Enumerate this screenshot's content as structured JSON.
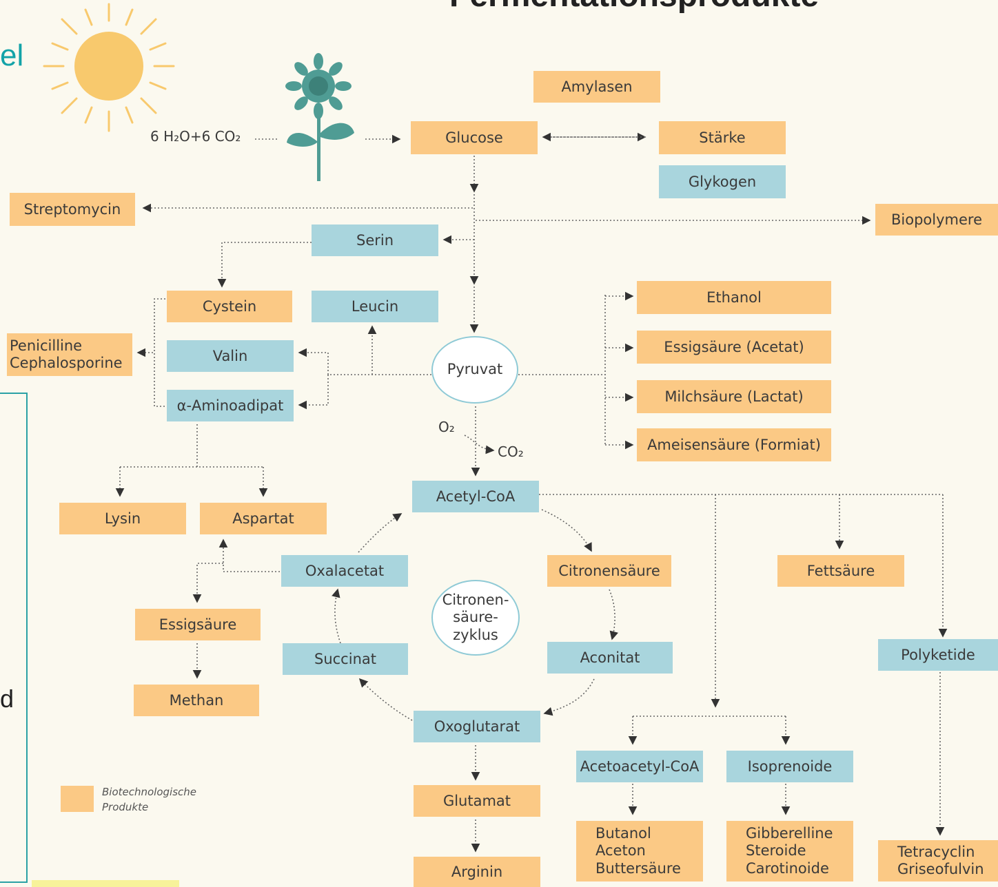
{
  "title": "Fermentationsprodukte",
  "fragments": {
    "top_left": "el",
    "bottom_left": "d"
  },
  "photosynthesis_label": "6 H₂O+6 CO₂",
  "oxygen_label": "O₂",
  "co2_label": "CO₂",
  "nodes": {
    "amylasen": "Amylasen",
    "glucose": "Glucose",
    "staerke": "Stärke",
    "glykogen": "Glykogen",
    "streptomycin": "Streptomycin",
    "biopolymere": "Biopolymere",
    "serin": "Serin",
    "cystein": "Cystein",
    "leucin": "Leucin",
    "penicilline": "Penicilline\nCephalosporine",
    "valin": "Valin",
    "aminoadipat": "α-Aminoadipat",
    "pyruvat": "Pyruvat",
    "ethanol": "Ethanol",
    "acetat": "Essigsäure (Acetat)",
    "lactat": "Milchsäure (Lactat)",
    "formiat": "Ameisensäure (Formiat)",
    "acetylcoa": "Acetyl-CoA",
    "lysin": "Lysin",
    "aspartat": "Aspartat",
    "oxalacetat": "Oxalacetat",
    "citronensaeure": "Citronensäure",
    "fettsaeure": "Fettsäure",
    "zyklus": "Citronen-\nsäure-\nzyklus",
    "essigsaeure": "Essigsäure",
    "succinat": "Succinat",
    "aconitat": "Aconitat",
    "polyketide": "Polyketide",
    "methan": "Methan",
    "oxoglutarat": "Oxoglutarat",
    "acetoacetylcoa": "Acetoacetyl-CoA",
    "isoprenoide": "Isoprenoide",
    "glutamat": "Glutamat",
    "butanol": "Butanol\nAceton\nButtersäure",
    "gibberelline": "Gibberelline\nSteroide\nCarotinoide",
    "tetracyclin": "Tetracyclin\nGriseofulvin",
    "arginin": "Arginin"
  },
  "legend": {
    "label": "Biotechnologische\nProdukte",
    "color": "#fbc985"
  },
  "colors": {
    "product": "#fbc985",
    "intermediate": "#a9d5dd",
    "accent": "#13a3a8",
    "sun": "#f8c96d",
    "plant": "#4f9c94"
  }
}
